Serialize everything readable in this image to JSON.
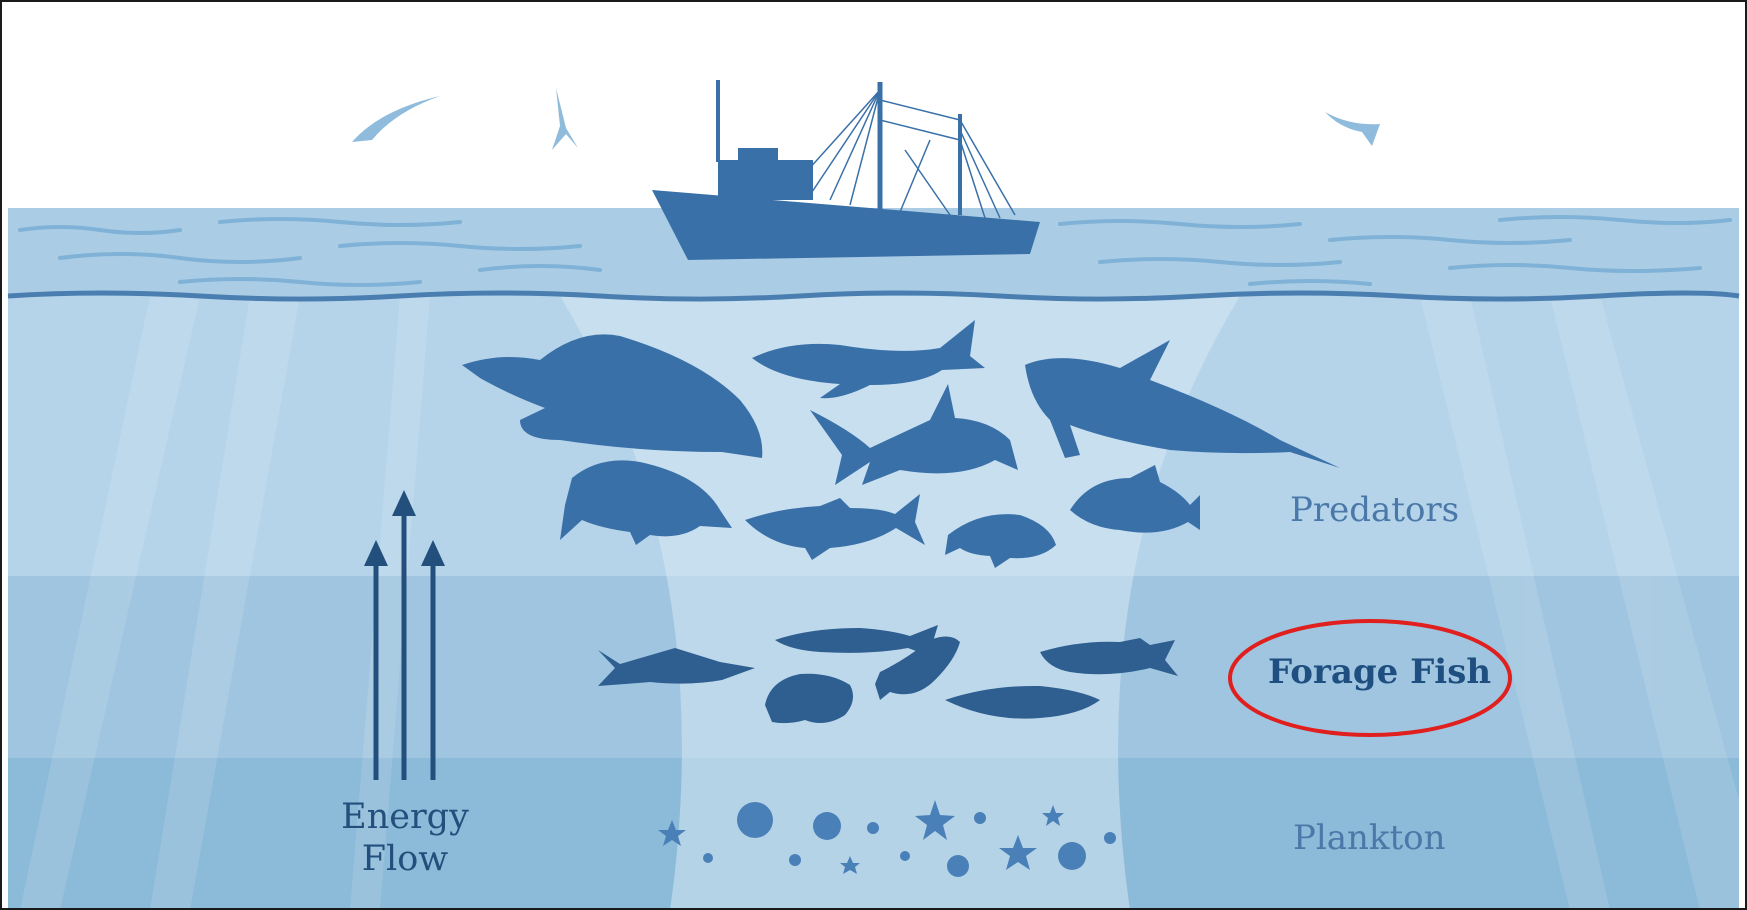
{
  "diagram": {
    "labels": {
      "predators": "Predators",
      "forage_fish": "Forage Fish",
      "plankton": "Plankton",
      "energy_line1": "Energy",
      "energy_line2": "Flow"
    },
    "highlight": {
      "target": "forage_fish",
      "shape": "ellipse",
      "color": "#e0201e"
    },
    "colors": {
      "sky": "#ffffff",
      "surface": "#a9cbe3",
      "upper_water": "#b3d2e8",
      "mid_water": "#9dc3de",
      "deep_water": "#8ab8d8",
      "silhouette": "#3a70a8",
      "forage_silhouette": "#2e5f90",
      "arrow": "#234f7d"
    },
    "icons": [
      "fishing-boat-icon",
      "seabird-icon",
      "whale-icon",
      "sea-lion-icon",
      "orca-icon",
      "shark-icon",
      "fish-icon",
      "shrimp-icon",
      "squid-icon",
      "plankton-icon"
    ]
  }
}
